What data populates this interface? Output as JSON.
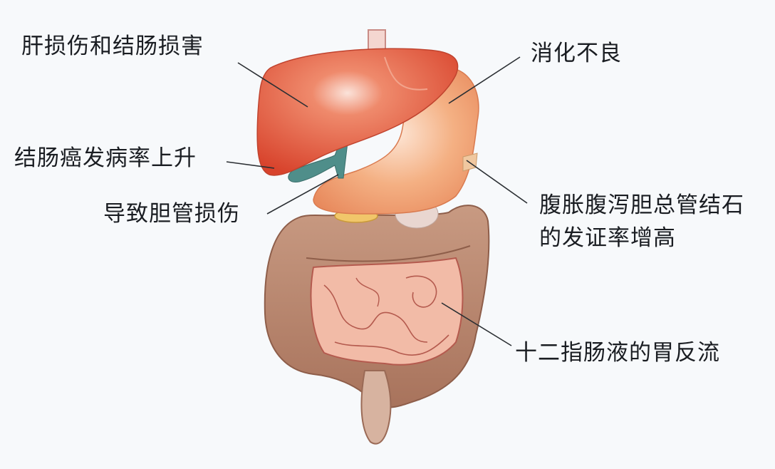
{
  "diagram": {
    "subject": "digestive system (liver, gallbladder, stomach, intestines)",
    "colors": {
      "background": "#f7f9fb",
      "liver": "#e2553a",
      "stomach": "#f0a070",
      "gallbladder_duct": "#4f8e8a",
      "intestine_large": "#b9826a",
      "intestine_small": "#f0b6a0",
      "text": "#1a1d22",
      "leader_line": "#2b2f33"
    },
    "labels": [
      {
        "id": "liver",
        "text": "肝损伤和结肠损害"
      },
      {
        "id": "colon-cancer",
        "text": "结肠癌发病率上升"
      },
      {
        "id": "bile-duct",
        "text": "导致胆管损伤"
      },
      {
        "id": "indigestion",
        "text": "消化不良"
      },
      {
        "id": "bloating",
        "text": "腹胀腹泻胆总管结石的发证率增高"
      },
      {
        "id": "reflux",
        "text": "十二指肠液的胃反流"
      }
    ]
  }
}
